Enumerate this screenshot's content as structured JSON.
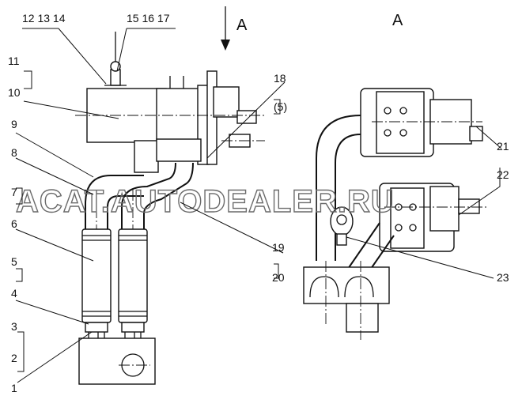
{
  "view_label_left": "A",
  "view_label_right": "A",
  "watermark": "ACAT.AUTODEALER.RU",
  "callouts": {
    "group_12_13_14": "12 13 14",
    "group_15_16_17": "15 16 17",
    "n11": "11",
    "n10": "10",
    "n9": "9",
    "n8": "8",
    "n7": "7",
    "n6": "6",
    "n5": "5",
    "n4": "4",
    "n3": "3",
    "n2": "2",
    "n1": "1",
    "n18": "18",
    "n5p": "(5)",
    "n19": "19",
    "n20": "20",
    "n21": "21",
    "n22": "22",
    "n23": "23"
  },
  "colors": {
    "line": "#111111",
    "watermark": "#6b6b6b",
    "background": "#ffffff"
  }
}
